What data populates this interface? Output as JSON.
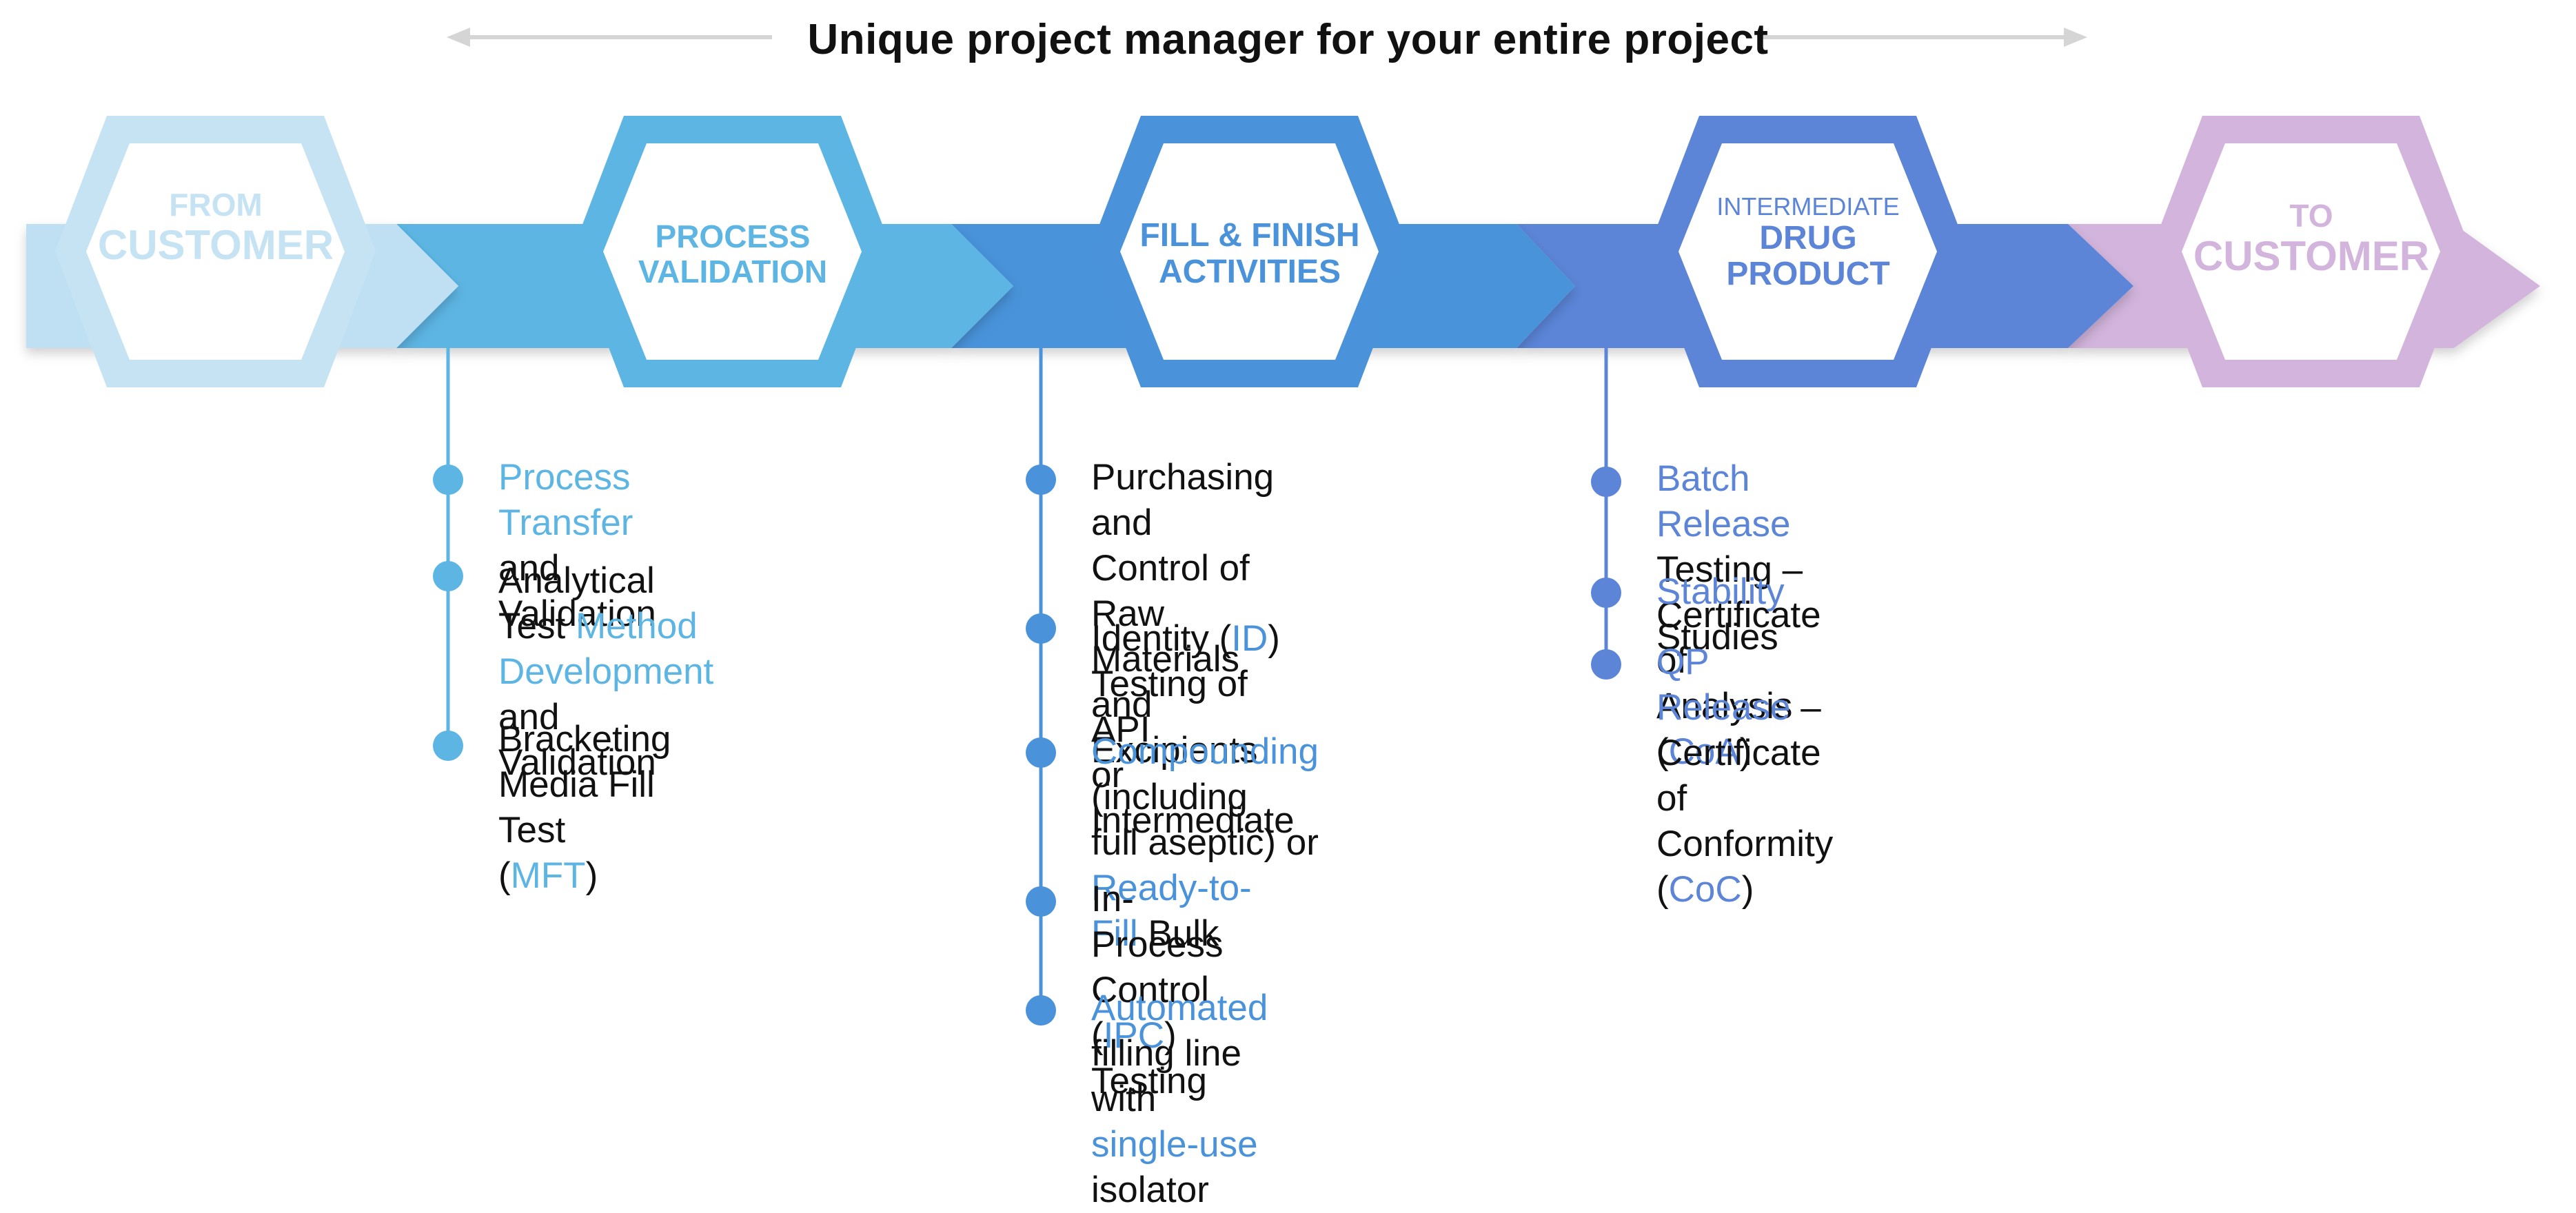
{
  "title": "Unique project manager for your entire project",
  "colors": {
    "arrow_light": "#BFE0F3",
    "arrow_mid": "#5DB5E3",
    "arrow_blue": "#4A93DA",
    "arrow_dark": "#5C85D8",
    "arrow_purple": "#D2B4DC",
    "title_arrow": "#D5D5D5",
    "text": "#111111"
  },
  "stages": [
    {
      "id": "from-customer",
      "lines": [
        "FROM",
        "CUSTOMER"
      ],
      "color": "#C6E3F4"
    },
    {
      "id": "process-validation",
      "lines": [
        "PROCESS",
        "VALIDATION"
      ],
      "color": "#5DB5E3"
    },
    {
      "id": "fill-finish",
      "lines": [
        "FILL & FINISH",
        "ACTIVITIES"
      ],
      "color": "#4A93DA"
    },
    {
      "id": "intermediate-drug-product",
      "lines": [
        "INTERMEDIATE",
        "DRUG",
        "PRODUCT"
      ],
      "color": "#5C85D8"
    },
    {
      "id": "to-customer",
      "lines": [
        "TO",
        "CUSTOMER"
      ],
      "color": "#D2B4DC"
    }
  ],
  "columns": [
    {
      "id": "process-validation",
      "color": "#5DB5E3",
      "items": [
        {
          "segments": [
            {
              "t": "Process Transfer",
              "h": true
            },
            {
              "t": " and",
              "h": false
            }
          ],
          "lines2": [
            {
              "t": "Validation",
              "h": false
            }
          ]
        },
        {
          "segments": [
            {
              "t": "Analytical Test ",
              "h": false
            },
            {
              "t": "Method",
              "h": true
            }
          ],
          "lines2": [
            {
              "t": "Development",
              "h": true
            },
            {
              "t": " and",
              "h": false
            }
          ],
          "lines3": [
            {
              "t": "Validation",
              "h": false
            }
          ]
        },
        {
          "segments": [
            {
              "t": "Bracketing Media Fill Test",
              "h": false
            }
          ],
          "lines2": [
            {
              "t": "(",
              "h": false
            },
            {
              "t": "MFT",
              "h": true
            },
            {
              "t": ")",
              "h": false
            }
          ]
        }
      ]
    },
    {
      "id": "fill-finish",
      "color": "#4A93DA",
      "items": [
        {
          "segments": [
            {
              "t": "Purchasing and Control of",
              "h": false
            }
          ],
          "lines2": [
            {
              "t": "Raw Materials and",
              "h": false
            }
          ],
          "lines3": [
            {
              "t": "Excipients",
              "h": false
            }
          ]
        },
        {
          "segments": [
            {
              "t": "Identity (",
              "h": false
            },
            {
              "t": "ID",
              "h": true
            },
            {
              "t": ") Testing of API",
              "h": false
            }
          ],
          "lines2": [
            {
              "t": "or Intermediate",
              "h": false
            }
          ]
        },
        {
          "segments": [
            {
              "t": "Compounding",
              "h": true
            },
            {
              "t": " (including",
              "h": false
            }
          ],
          "lines2": [
            {
              "t": "full aseptic) or ",
              "h": false
            },
            {
              "t": "Ready-to-",
              "h": true
            }
          ],
          "lines3": [
            {
              "t": "Fill",
              "h": true
            },
            {
              "t": " Bulk",
              "h": false
            }
          ]
        },
        {
          "segments": [
            {
              "t": "In-Process Control (",
              "h": false
            },
            {
              "t": "IPC",
              "h": true
            },
            {
              "t": ")",
              "h": false
            }
          ],
          "lines2": [
            {
              "t": "Testing",
              "h": false
            }
          ]
        },
        {
          "segments": [
            {
              "t": "Automated",
              "h": true
            },
            {
              "t": " filling line with",
              "h": false
            }
          ],
          "lines2": [
            {
              "t": "single-use",
              "h": true
            },
            {
              "t": " isolator",
              "h": false
            }
          ]
        }
      ]
    },
    {
      "id": "intermediate-drug-product",
      "color": "#5C85D8",
      "items": [
        {
          "segments": [
            {
              "t": "Batch Release",
              "h": true
            },
            {
              "t": " Testing –",
              "h": false
            }
          ],
          "lines2": [
            {
              "t": "Certificate of Analysis (",
              "h": false
            },
            {
              "t": "CoA",
              "h": true
            },
            {
              "t": ")",
              "h": false
            }
          ]
        },
        {
          "segments": [
            {
              "t": "Stability",
              "h": true
            },
            {
              "t": " Studies",
              "h": false
            }
          ]
        },
        {
          "segments": [
            {
              "t": "QP Release",
              "h": true
            },
            {
              "t": " – Certificate",
              "h": false
            }
          ],
          "lines2": [
            {
              "t": "of Conformity (",
              "h": false
            },
            {
              "t": "CoC",
              "h": true
            },
            {
              "t": ")",
              "h": false
            }
          ]
        }
      ]
    }
  ]
}
